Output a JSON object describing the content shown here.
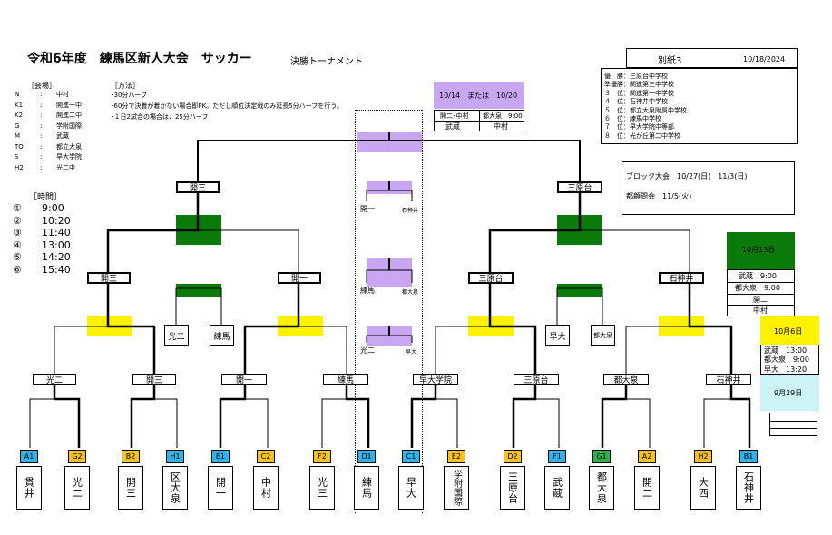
{
  "header": {
    "title": "令和6年度　練馬区新人大会　サッカー",
    "subtitle": "決勝トーナメント",
    "doc_no": "別紙3",
    "date": "10/18/2024"
  },
  "venues_heading": "［会場］",
  "venues": [
    {
      "code": "N",
      "name": "中村"
    },
    {
      "code": "K1",
      "name": "開進一中"
    },
    {
      "code": "K2",
      "name": "開進二中"
    },
    {
      "code": "G",
      "name": "学附国際"
    },
    {
      "code": "M",
      "name": "武蔵"
    },
    {
      "code": "TO",
      "name": "都立大泉"
    },
    {
      "code": "S",
      "name": "早大学院"
    },
    {
      "code": "H2",
      "name": "光二中"
    }
  ],
  "method_heading": "［方法］",
  "method_lines": [
    "･30分ハーフ",
    "･60分で決着が着かない場合即PK。ただし順位決定戦のみ延長5分ハーフを行う。",
    "･１日2試合の場合は、25分ハーフ"
  ],
  "times_heading": "［時間］",
  "times": [
    {
      "no": "①",
      "time": "9:00"
    },
    {
      "no": "②",
      "time": "10:20"
    },
    {
      "no": "③",
      "time": "11:40"
    },
    {
      "no": "④",
      "time": "13:00"
    },
    {
      "no": "⑤",
      "time": "14:20"
    },
    {
      "no": "⑥",
      "time": "15:40"
    }
  ],
  "results": [
    "優　勝：三原台中学校",
    "準優勝：関進第三中学校",
    "３　位：関進第一中学校",
    "４　位：石神井中学校",
    "５　位：都立大泉附属中学校",
    "６　位：練馬中学校",
    "７　位：早大学院中等部",
    "８　位：光が丘第二中学校"
  ],
  "block_info": {
    "line1": "ブロック大会　10/27(日)　11/3(日)",
    "line2": "都顧問会　11/5(火)"
  },
  "final_info": {
    "date": "10/14　または　10/20",
    "row1": [
      "開二･中村",
      "都大泉　9:00"
    ],
    "row2": [
      "武蔵",
      "中村"
    ]
  },
  "oct13": {
    "label": "10月13日",
    "rows": [
      "武蔵　9:00",
      "都大泉　9:00",
      "開二",
      "中村"
    ]
  },
  "oct6": {
    "label": "10月6日",
    "rows": [
      "武蔵　13:00",
      "都大泉　9:00",
      "早大　13:20"
    ]
  },
  "sep29": {
    "label": "9月29日"
  },
  "bracket": {
    "final_left": "開三",
    "final_right": "三原台",
    "semi": [
      "開三",
      "開一",
      "三原台",
      "石神井"
    ],
    "qf": [
      "光二",
      "開三",
      "開一",
      "練馬",
      "早大学院",
      "三原台",
      "都大泉",
      "石神井"
    ],
    "consolation": [
      "光二",
      "練馬",
      "早大",
      "都大泉"
    ],
    "placement": [
      {
        "left": "開一",
        "right": "石神井"
      },
      {
        "left": "練馬",
        "right": "都大泉"
      },
      {
        "left": "光二",
        "right": "早大"
      }
    ]
  },
  "teams": [
    {
      "code": "A1",
      "name": "貫井",
      "color": "#2fb4e9"
    },
    {
      "code": "G2",
      "name": "光二",
      "color": "#f7c21c"
    },
    {
      "code": "B2",
      "name": "開三",
      "color": "#f7c21c"
    },
    {
      "code": "H1",
      "name": "区大泉",
      "color": "#2fb4e9"
    },
    {
      "code": "E1",
      "name": "開一",
      "color": "#2fb4e9"
    },
    {
      "code": "C2",
      "name": "中村",
      "color": "#f7c21c"
    },
    {
      "code": "F2",
      "name": "光三",
      "color": "#f7c21c"
    },
    {
      "code": "D1",
      "name": "練馬",
      "color": "#2fb4e9"
    },
    {
      "code": "C1",
      "name": "早大",
      "color": "#2fb4e9"
    },
    {
      "code": "E2",
      "name": "学附国際",
      "color": "#f7c21c"
    },
    {
      "code": "D2",
      "name": "三原台",
      "color": "#f7c21c"
    },
    {
      "code": "F1",
      "name": "武蔵",
      "color": "#2fb4e9"
    },
    {
      "code": "G1",
      "name": "都大泉",
      "color": "#2bb24a"
    },
    {
      "code": "A2",
      "name": "開二",
      "color": "#f7c21c"
    },
    {
      "code": "H2",
      "name": "大西",
      "color": "#f7c21c"
    },
    {
      "code": "B1",
      "name": "石神井",
      "color": "#2fb4e9"
    }
  ]
}
